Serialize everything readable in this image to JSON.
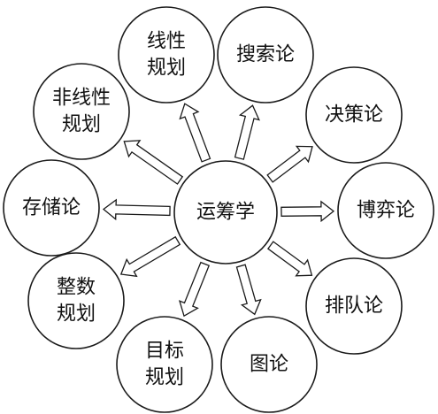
{
  "center": {
    "name": "center-node",
    "lines": [
      "运筹学"
    ]
  },
  "nodes": [
    {
      "name": "node-linear-programming",
      "lines": [
        "线性",
        "规划"
      ]
    },
    {
      "name": "node-search-theory",
      "lines": [
        "搜索论"
      ]
    },
    {
      "name": "node-decision-theory",
      "lines": [
        "决策论"
      ]
    },
    {
      "name": "node-game-theory",
      "lines": [
        "博弈论"
      ]
    },
    {
      "name": "node-queueing-theory",
      "lines": [
        "排队论"
      ]
    },
    {
      "name": "node-graph-theory",
      "lines": [
        "图论"
      ]
    },
    {
      "name": "node-goal-programming",
      "lines": [
        "目标",
        "规划"
      ]
    },
    {
      "name": "node-integer-programming",
      "lines": [
        "整数",
        "规划"
      ]
    },
    {
      "name": "node-inventory-theory",
      "lines": [
        "存储论"
      ]
    },
    {
      "name": "node-nonlinear-programming",
      "lines": [
        "非线性",
        "规划"
      ]
    }
  ]
}
